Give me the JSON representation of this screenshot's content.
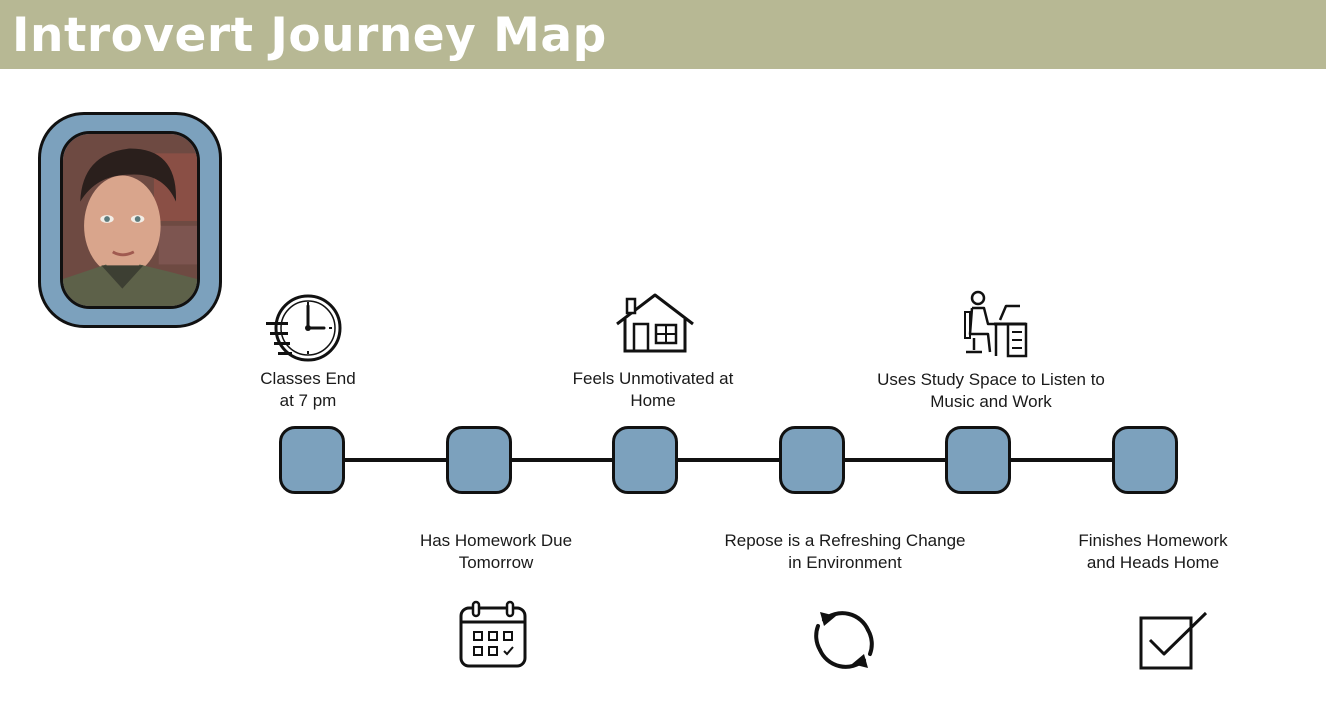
{
  "header": {
    "title": "Introvert Journey Map"
  },
  "persona": {
    "avatar": "persona-photo"
  },
  "steps": [
    {
      "label": "Classes End\nat 7 pm",
      "icon": "clock-icon"
    },
    {
      "label": "Has Homework Due\nTomorrow",
      "icon": "calendar-icon"
    },
    {
      "label": "Feels Unmotivated at\nHome",
      "icon": "house-icon"
    },
    {
      "label": "Repose is  a Refreshing Change\nin Environment",
      "icon": "refresh-icon"
    },
    {
      "label": "Uses Study Space to Listen to\nMusic and Work",
      "icon": "desk-study-icon"
    },
    {
      "label": "Finishes Homework\nand Heads Home",
      "icon": "checkbox-icon"
    }
  ],
  "colors": {
    "header_bg": "#b7b894",
    "node_fill": "#7ca1bd",
    "outline": "#111111"
  }
}
